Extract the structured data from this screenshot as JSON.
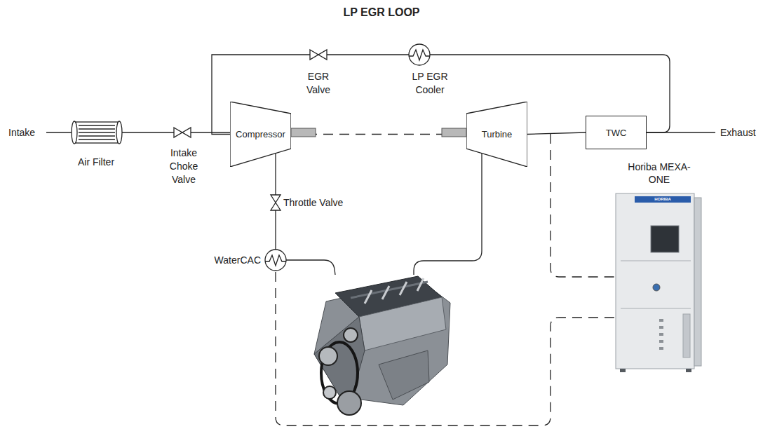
{
  "diagram": {
    "title": "LP EGR LOOP",
    "nodes": [
      {
        "text": [
          "Compressor"
        ]
      },
      {
        "text": [
          "Turbine"
        ]
      },
      {
        "text": [
          "TWC"
        ]
      }
    ],
    "edges": [
      {
        "from": 0,
        "to": 1,
        "arrow": "none"
      },
      {
        "from": 1,
        "to": 2,
        "arrow": "none"
      },
      {
        "from": 2,
        "to": 0,
        "arrow": "none"
      }
    ],
    "labels": [
      "Intake",
      "Air Filter",
      "Intake Choke Valve",
      "EGR Valve",
      "LP EGR Cooler",
      "Throttle Valve",
      "WaterCAC",
      "Exhaust",
      "Horiba MEXA-ONE",
      "HORIBA"
    ]
  }
}
